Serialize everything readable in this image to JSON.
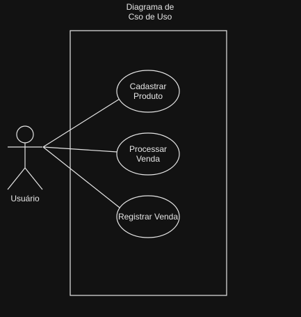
{
  "diagram": {
    "title": "Diagrama de\nCso de Uso",
    "actor": {
      "label": "Usuário"
    },
    "use_cases": [
      {
        "label": "Cadastrar\nProduto"
      },
      {
        "label": "Processar\nVenda"
      },
      {
        "label": "Registrar Venda"
      }
    ]
  },
  "colors": {
    "background": "#121212",
    "stroke": "#e6e6e6",
    "text": "#e6e6e6"
  }
}
